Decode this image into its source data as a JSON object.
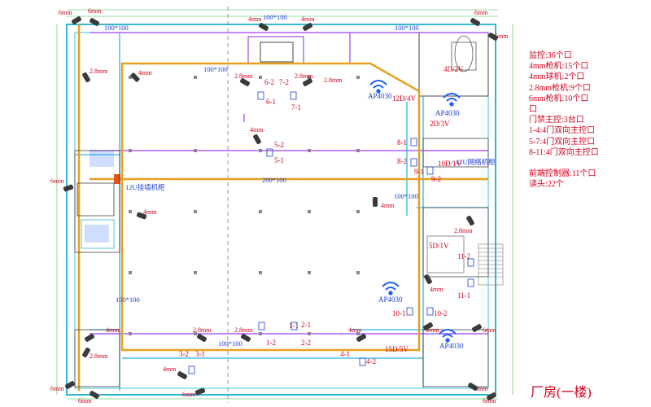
{
  "title": "厂房(一楼)",
  "legend": [
    "监控:36个口",
    "4mm枪机:15个口",
    "4mm球机:2个口",
    "2.8mm枪机:9个口",
    "6mm枪机:10个口",
    "口",
    "门禁主控:3台口",
    "1-4:4门双向主控口",
    "5-7:4门双向主控口",
    "8-11:4门双向主控口",
    "",
    "前端控制器:11个口",
    "读头:22个"
  ],
  "duct_labels": {
    "top_left": "100*100",
    "top_mid": "100*100",
    "top_right": "100*100",
    "inner_top": "100*100",
    "center": "200*100",
    "right_mid": "100*100",
    "left_mid": "100*100",
    "bottom": "100*100"
  },
  "cabinets": {
    "left": "12U挂墙机柜",
    "right": "42U网络机柜"
  },
  "access_points": [
    {
      "label": "AP4030",
      "sub": "12D/4V"
    },
    {
      "label": "AP4030",
      "sub": ""
    },
    {
      "label": "AP4030",
      "sub": ""
    },
    {
      "label": "AP4030",
      "sub": ""
    }
  ],
  "panel_labels": {
    "p1": "4D/2V",
    "p2": "2D/3V",
    "p3": "10D/1V",
    "p4": "5D/1V",
    "p5": "15D/5V"
  },
  "door_controllers": [
    "6-2",
    "7-2",
    "6-1",
    "7-1",
    "5-2",
    "5-1",
    "8-1",
    "8-2",
    "9-1",
    "9-2",
    "11-2",
    "11-1",
    "10-1",
    "10-2",
    "1-1",
    "1-2",
    "2-1",
    "2-2",
    "3-2",
    "3-1",
    "4-1",
    "4-2"
  ],
  "camera_labels": {
    "c6mm": "6mm",
    "c4mm": "4mm",
    "c28": "2.8mm"
  }
}
